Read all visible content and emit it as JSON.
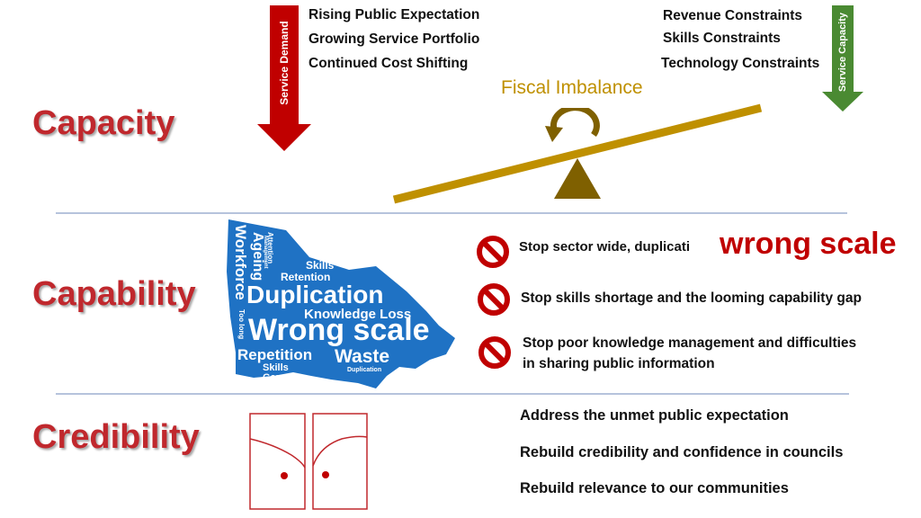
{
  "sections": {
    "capacity": "Capacity",
    "capability": "Capability",
    "credibility": "Credibility"
  },
  "capacity": {
    "service_demand_label": "Service Demand",
    "service_capacity_label": "Service Capacity",
    "demand_items": [
      "Rising Public Expectation",
      "Growing Service Portfolio",
      "Continued Cost Shifting"
    ],
    "constraint_items": [
      "Revenue Constraints",
      "Skills Constraints",
      "Technology Constraints"
    ],
    "fiscal_label": "Fiscal Imbalance"
  },
  "capability": {
    "word_cloud": {
      "duplication": "Duplication",
      "wrong_scale": "Wrong scale",
      "knowledge_loss": "Knowledge Loss",
      "repetition": "Repetition",
      "waste": "Waste",
      "workforce": "Workforce",
      "ageing": "Ageing",
      "skills": "Skills",
      "retention": "Retention",
      "attention": "Attention",
      "management": "Management",
      "skills_gap": "Skills Gap",
      "too_long": "Too long",
      "duplication_small": "Duplication"
    },
    "stop_items": [
      "Stop sector wide, duplicati",
      "Stop skills shortage and the looming capability gap",
      "Stop poor knowledge management and difficulties",
      "in sharing public information"
    ],
    "wrong_scale_overlay": "wrong scale"
  },
  "credibility": {
    "items": [
      "Address the unmet public expectation",
      "Rebuild credibility and confidence in councils",
      "Rebuild relevance to our communities"
    ]
  },
  "colors": {
    "title_red": "#c0282d",
    "demand_arrow": "#c00000",
    "capacity_arrow": "#4a8a32",
    "seesaw_gold": "#bf9000",
    "fulcrum": "#7f6000",
    "cloud_blue": "#1f72c4",
    "stop_red": "#c00000"
  }
}
